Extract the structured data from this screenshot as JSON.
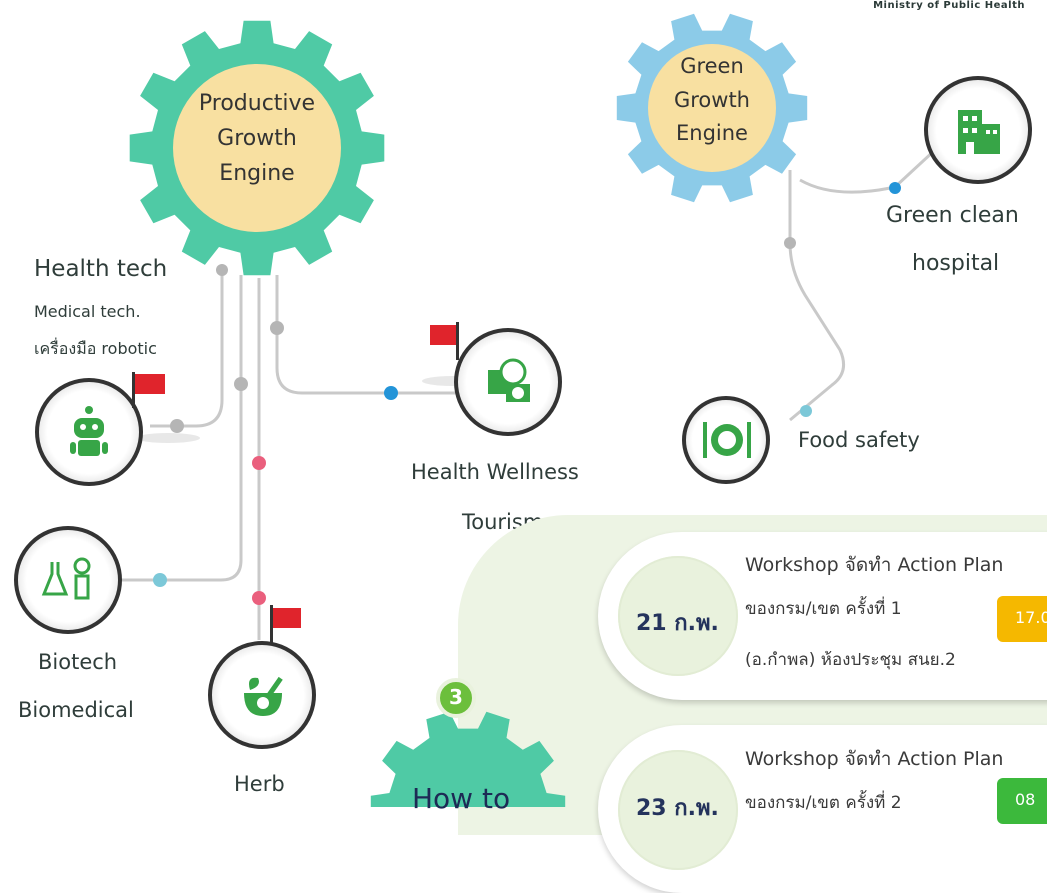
{
  "header": {
    "ministry": "Ministry of Public Health"
  },
  "engines": {
    "productive": {
      "line1": "Productive",
      "line2": "Growth",
      "line3": "Engine",
      "gear_color": "#4fcaa5"
    },
    "green": {
      "line1": "Green",
      "line2": "Growth",
      "line3": "Engine",
      "gear_color": "#8ccbe8"
    },
    "howto": {
      "badge": "3",
      "label": "How to",
      "gear_color": "#4fcaa5"
    }
  },
  "nodes": {
    "health_tech": {
      "title": "Health tech",
      "sub1": "Medical tech.",
      "sub2": "เครื่องมือ robotic",
      "icon": "robot-icon"
    },
    "wellness": {
      "line1": "Health Wellness",
      "line2": "Tourism",
      "icon": "globe-travel-icon"
    },
    "biotech": {
      "line1": "Biotech",
      "line2": "Biomedical",
      "icon": "lab-flask-icon"
    },
    "herb": {
      "label": "Herb",
      "icon": "herb-mortar-icon"
    },
    "green_hospital": {
      "line1": "Green clean",
      "line2": "hospital",
      "icon": "hospital-icon"
    },
    "food_safety": {
      "label": "Food safety",
      "icon": "plate-cutlery-icon"
    }
  },
  "schedule": [
    {
      "date": "21 ก.พ.",
      "line1": "Workshop จัดทำ Action Plan",
      "line2": "ของกรม/เขต ครั้งที่ 1",
      "line3": "(อ.กำพล) ห้องประชุม สนย.2",
      "tag": "17.0",
      "tag_color": "#f5b800"
    },
    {
      "date": "23 ก.พ.",
      "line1": "Workshop จัดทำ Action Plan",
      "line2": "ของกรม/เขต ครั้งที่ 2",
      "tag": "08",
      "tag_color": "#3cb93c"
    }
  ],
  "colors": {
    "accent_red": "#e0242c",
    "line_grey": "#c9c9c9",
    "dot_grey": "#b5b5b5",
    "dot_blue": "#2394d8",
    "dot_cyan": "#7cc8d8",
    "dot_pink": "#ea5f7d",
    "icon_green": "#37a547"
  }
}
